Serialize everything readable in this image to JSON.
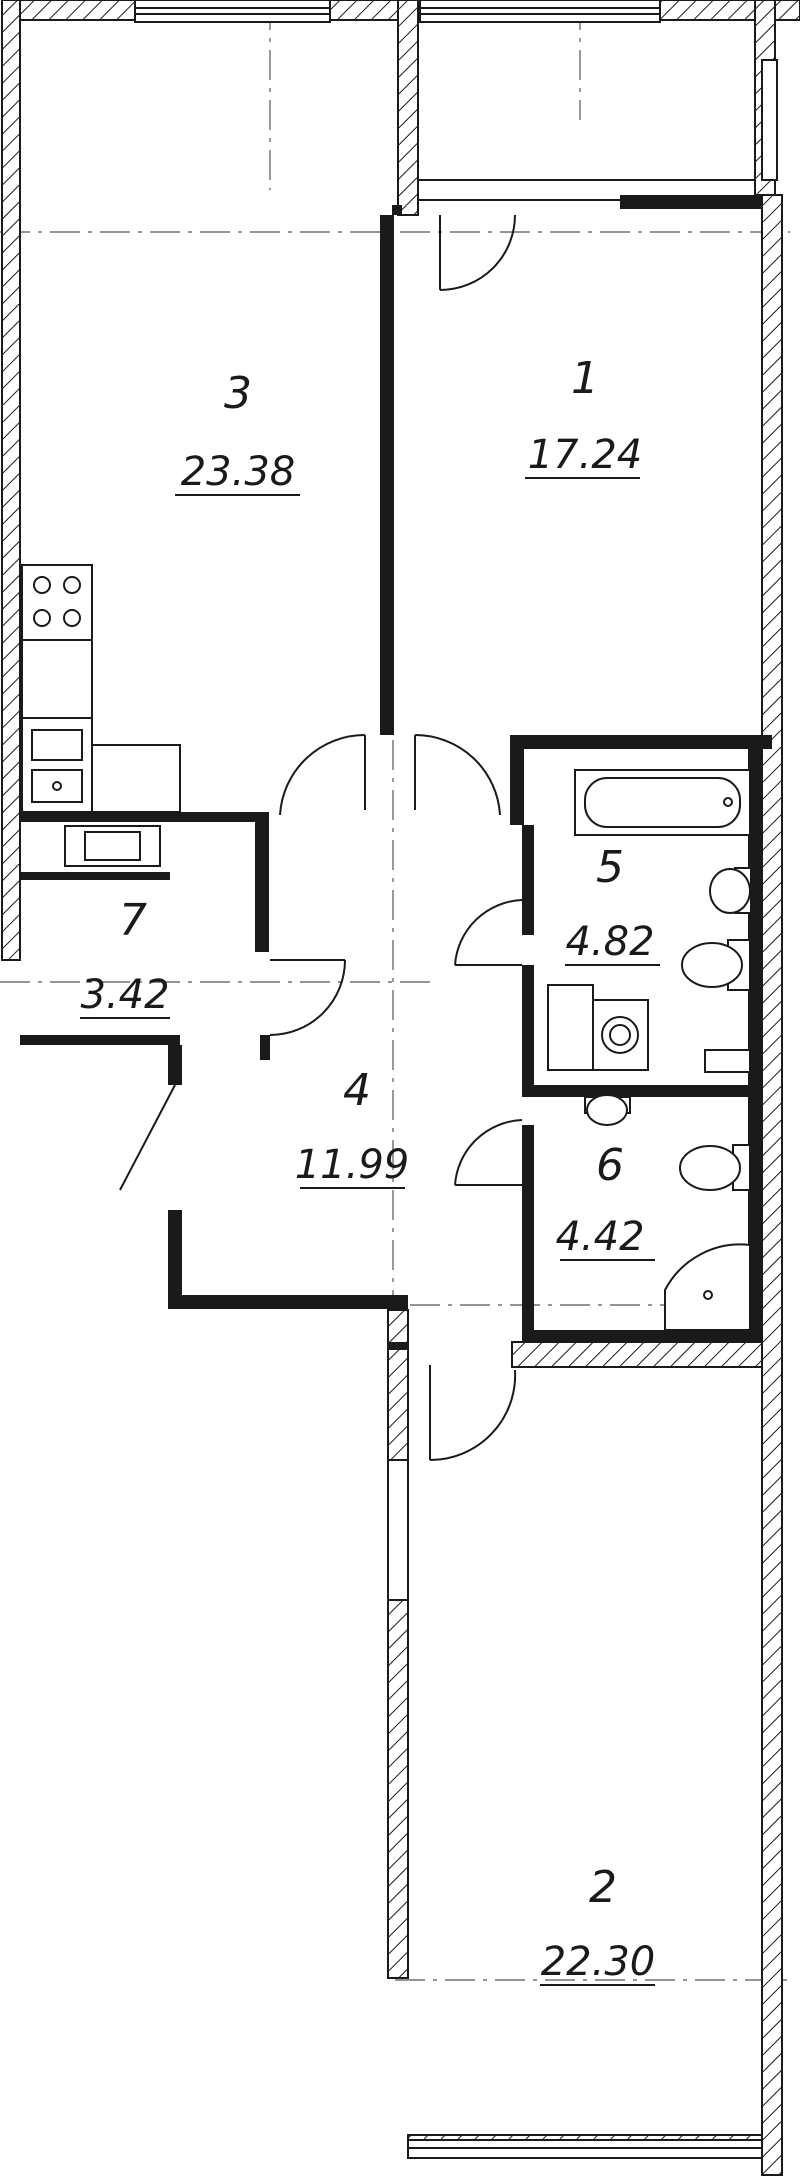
{
  "rooms": [
    {
      "id": "room-1",
      "number": "1",
      "area": "17.24"
    },
    {
      "id": "room-2",
      "number": "2",
      "area": "22.30"
    },
    {
      "id": "room-3",
      "number": "3",
      "area": "23.38"
    },
    {
      "id": "room-4",
      "number": "4",
      "area": "11.99"
    },
    {
      "id": "room-5",
      "number": "5",
      "area": "4.82"
    },
    {
      "id": "room-6",
      "number": "6",
      "area": "4.42"
    },
    {
      "id": "room-7",
      "number": "7",
      "area": "3.42"
    }
  ],
  "icons": [
    "stove-icon",
    "sink-icon",
    "washing-machine-icon",
    "bathtub-icon",
    "toilet-icon",
    "shower-icon",
    "door-swing-icon",
    "window-icon"
  ]
}
